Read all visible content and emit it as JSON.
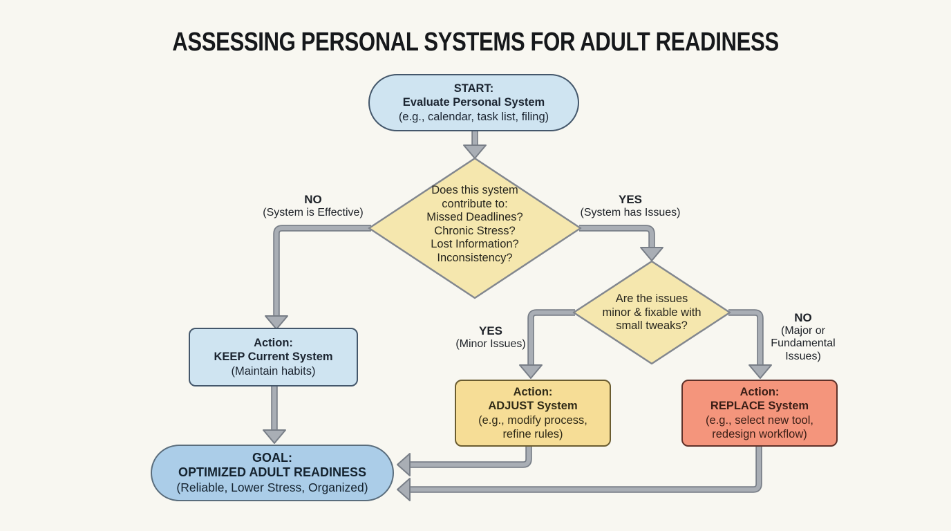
{
  "title": "ASSESSING PERSONAL SYSTEMS FOR ADULT READINESS",
  "start": {
    "title": "START:",
    "subtitle": "Evaluate Personal System",
    "detail": "(e.g., calendar, task list, filing)"
  },
  "decision1": {
    "l1": "Does this system",
    "l2": "contribute to:",
    "l3": "Missed Deadlines?",
    "l4": "Chronic Stress?",
    "l5": "Lost Information?",
    "l6": "Inconsistency?"
  },
  "branch_no1": {
    "label": "NO",
    "sub": "(System is Effective)"
  },
  "branch_yes1": {
    "label": "YES",
    "sub": "(System has Issues)"
  },
  "decision2": {
    "l1": "Are the issues",
    "l2": "minor & fixable with",
    "l3": "small tweaks?"
  },
  "branch_yes2": {
    "label": "YES",
    "sub": "(Minor Issues)"
  },
  "branch_no2": {
    "label": "NO",
    "sub1": "(Major or",
    "sub2": "Fundamental",
    "sub3": "Issues)"
  },
  "keep": {
    "title": "Action:",
    "subtitle": "KEEP Current System",
    "detail": "(Maintain habits)"
  },
  "adjust": {
    "title": "Action:",
    "subtitle": "ADJUST System",
    "detail1": "(e.g., modify process,",
    "detail2": "refine rules)"
  },
  "replace": {
    "title": "Action:",
    "subtitle": "REPLACE System",
    "detail1": "(e.g., select new tool,",
    "detail2": "redesign workflow)"
  },
  "goal": {
    "title": "GOAL:",
    "subtitle": "OPTIMIZED ADULT READINESS",
    "detail": "(Reliable, Lower Stress, Organized)"
  },
  "colors": {
    "bg": "#f8f7f1",
    "node_blue": "#cfe4f1",
    "node_blue_border": "#44576b",
    "diamond_yellow": "#f5e7ae",
    "diamond_border": "#82878f",
    "action_yellow": "#f6dd96",
    "action_yellow_border": "#6a5c30",
    "action_salmon": "#f4957c",
    "action_salmon_border": "#5e3129",
    "goal_blue": "#abcde8",
    "goal_border": "#5a6d7c",
    "arrow_fill": "#a9aeb5",
    "arrow_outline": "#787e87"
  }
}
